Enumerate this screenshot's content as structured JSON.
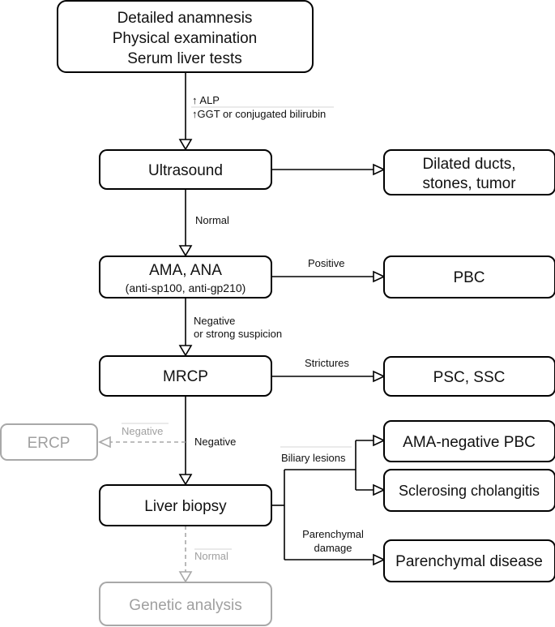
{
  "nodes": {
    "start": {
      "lines": [
        "Detailed anamnesis",
        "Physical examination",
        "Serum liver tests"
      ]
    },
    "ultrasound": {
      "label": "Ultrasound"
    },
    "dilated": {
      "lines": [
        "Dilated ducts,",
        "stones, tumor"
      ]
    },
    "ama": {
      "label": "AMA, ANA",
      "sub": "(anti-sp100, anti-gp210)"
    },
    "pbc": {
      "label": "PBC"
    },
    "mrcp": {
      "label": "MRCP"
    },
    "psc": {
      "label": "PSC, SSC"
    },
    "ercp": {
      "label": "ERCP"
    },
    "ama_neg_pbc": {
      "label": "AMA-negative PBC"
    },
    "sclerosing": {
      "label": "Sclerosing cholangitis"
    },
    "biopsy": {
      "label": "Liver biopsy"
    },
    "parenchymal": {
      "label": "Parenchymal disease"
    },
    "genetic": {
      "label": "Genetic analysis"
    }
  },
  "edges": {
    "alp": "↑ ALP",
    "ggt": "↑GGT or conjugated bilirubin",
    "normal": "Normal",
    "positive": "Positive",
    "negative_or_strong": [
      "Negative",
      "or strong suspicion"
    ],
    "strictures": "Strictures",
    "negative_ercp": "Negative",
    "negative": "Negative",
    "biliary": "Biliary lesions",
    "parenchymal_damage": [
      "Parenchymal",
      "damage"
    ],
    "normal_genetic": "Normal"
  }
}
